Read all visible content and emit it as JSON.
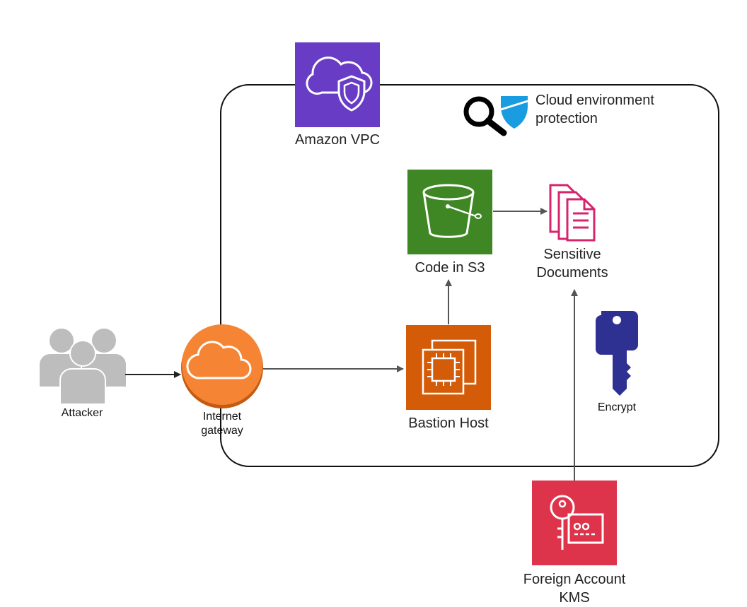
{
  "diagram": {
    "vpc_label": "Amazon VPC",
    "protection_label_line1": "Cloud environment",
    "protection_label_line2": "protection",
    "attacker_label": "Attacker",
    "gateway_label_line1": "Internet",
    "gateway_label_line2": "gateway",
    "bastion_label": "Bastion Host",
    "s3_label": "Code in S3",
    "docs_label_line1": "Sensitive",
    "docs_label_line2": "Documents",
    "encrypt_label": "Encrypt",
    "kms_label_line1": "Foreign Account",
    "kms_label_line2": "KMS"
  },
  "colors": {
    "vpc_purple": "#693CC5",
    "s3_green": "#3F8624",
    "ec2_orange": "#D45B07",
    "gateway_orange": "#F58534",
    "kms_red": "#DD344C",
    "docs_pink": "#D6246E",
    "key_blue": "#2E3192",
    "attacker_gray": "#BDBDBD",
    "shield_blue": "#1A9CE0"
  },
  "icons": [
    "vpc-cloud-shield-icon",
    "magnifier-shield-icon",
    "attacker-group-icon",
    "internet-gateway-icon",
    "ec2-instance-icon",
    "s3-bucket-icon",
    "documents-icon",
    "key-icon",
    "kms-key-icon"
  ]
}
